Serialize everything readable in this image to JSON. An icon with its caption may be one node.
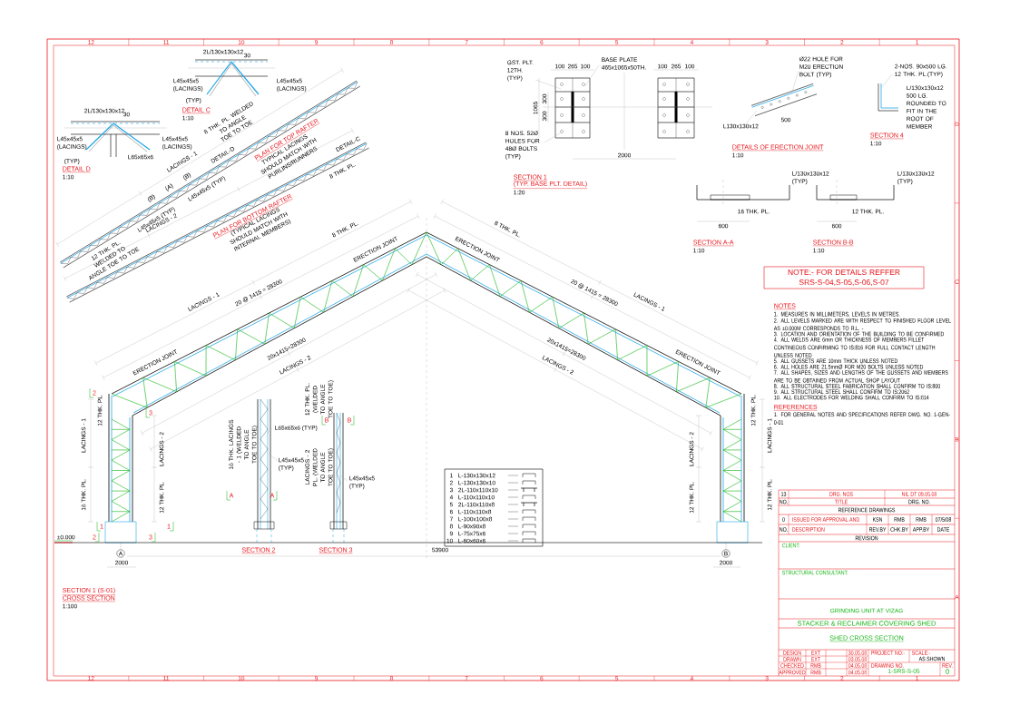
{
  "diagram": {
    "labels": [
      "12",
      "11",
      "10",
      "9",
      "8",
      "7",
      "6",
      "5",
      "4",
      "3",
      "2",
      "1",
      "12",
      "11",
      "10",
      "9",
      "8",
      "7",
      "6",
      "5",
      "4",
      "3",
      "2",
      "1",
      "D",
      "C",
      "B",
      "A",
      "2L/130x130x12",
      "30",
      "L45x45x5 (LACINGS)",
      "L45x45x5 (LACINGS)",
      "(TYP)",
      "DETAIL C",
      "1:10",
      "2L/130x130x12",
      "30",
      "L45x45x5 (LACINGS)",
      "L45x45x5 (LACINGS)",
      "L65x65x6",
      "(TYP)",
      "DETAIL D",
      "1:10",
      "12 THK. PL. WELDED TO ANGLE TOE TO TOE",
      "(B)",
      "(A)",
      "(B)",
      "LACINGS - 1",
      "8 THK. PL. WELDED TO ANGLE TOE TO TOE",
      "DETAIL-D",
      "L45x45x5 (TYP)",
      "L45x45x5 (TYP)",
      "PLAN FOR TOP RAFTER",
      "TYPICAL LACINGS SHOULD MATCH WITH PURLINS/RUNNERS",
      "LACINGS - 2",
      "8 THK. PL.",
      "DETAIL-C",
      "PLAN FOR BOTTOM RAFTER",
      "(TYPICAL LACINGS SHOULD MATCH WITH INTERNAL MEMBERS)",
      "100",
      "265",
      "100",
      "BASE PLATE 465x1065x50TH.",
      "GST. PLT. 12TH. (TYP)",
      "1065",
      "300",
      "300",
      "8 NOS. 52Ø HOLES FOR 48Ø BOLTS (TYP)",
      "100",
      "265",
      "100",
      "2000",
      "SECTION 1",
      "(TYP. BASE PLT. DETAIL)",
      "1:20",
      "Ø22 HOLE FOR M20 ERECTION BOLT (TYP)",
      "L130x130x12",
      "500",
      "DETAILS OF ERECTION JOINT",
      "1:10",
      "2-NOS. 90x500 LG. 12 THK. PL.(TYP)",
      "L/130x130x12 500 LG. ROUNDED TO FIT IN THE ROOT OF MEMBER",
      "SECTION 4",
      "1:10",
      "L/130x130x12 (TYP)",
      "16 THK. PL.",
      "600",
      "SECTION A-A",
      "1:10",
      "L/130x130x12 (TYP)",
      "12 THK. PL.",
      "600",
      "SECTION B-B",
      "1:10",
      "NOTE:- FOR DETAILS REFFER SRS-S-04,S-05,S-06,S-07",
      "ERECTION JOINT",
      "ERECTION JOINT",
      "ERECTION JOINT",
      "ERECTION JOINT",
      "LACINGS - 1",
      "8 THK. PL.",
      "20 @ 1415 = 28300",
      "20x1415=28300",
      "LACINGS - 2",
      "LACINGS - 1",
      "8 THK. PL.",
      "20 @ 1415 = 28300",
      "20x1415=28300",
      "LACINGS - 2",
      "12 THK. PL.",
      "12 THK. PL.",
      "LACINGS - 1",
      "16 THK. PL.",
      "LACINGS - 2",
      "12 THK. PL.",
      "LACINGS - 2",
      "12 THK. PL.",
      "LACINGS - 1",
      "12 THK. PL.",
      "±0.000",
      "SECTION 2",
      "SECTION 3",
      "53900",
      "2000",
      "2000",
      "A",
      "B",
      "SECTION 1 (S-01)",
      "CROSS SECTION",
      "1:100",
      "16 THK. LACINGS - 1 (WELDED TO ANGLE TOE TO TOE)",
      "L65x65x6 (TYP)",
      "L45x45x5 (TYP)",
      "12 THK. PL. (WELDED TO ANGLE TOE TO TOE)",
      "LACINGS - 2 PL. (WELDED TO ANGLE TOE TO TOE)",
      "L45x45x5 (TYP)",
      "1",
      "1",
      "2",
      "2",
      "3",
      "3",
      "A",
      "A",
      "B",
      "B",
      "1",
      "L-130x130x12",
      "2",
      "L-130x130x10",
      "3",
      "2L-110x110x10",
      "4",
      "L-110x110x10",
      "5",
      "2L-110x110x8",
      "6",
      "L-110x110x8",
      "7",
      "L-100x100x8",
      "8",
      "L-90x90x8",
      "9",
      "L-75x75x6",
      "10",
      "L-60x60x6",
      "NOTES",
      "1. MEASURES IN MILLIMETERS, LEVELS IN METRES.",
      "2. ALL LEVELS MARKED ARE WITH RESPECT TO FINISHED FLOOR LEVEL AS ±0.000M CORRESPONDS TO R.L. -",
      "3. LOCATION AND ORIENTATION OF THE BUILDING TO BE CONFIRMED",
      "4. ALL WELDS ARE 6mm OR THICKNESS OF MEMBERS FILLET CONTINEOUS CONFIRMING TO IS:816 FOR FULL CONTACT LENGTH UNLESS NOTED",
      "5. ALL GUSSETS ARE 10mm THICK UNLESS NOTED",
      "6. ALL HOLES ARE 21.5mmØ FOR M20 BOLTS UNLESS NOTED",
      "7. ALL SHAPES, SIZES AND LENGTHS OF THE GUSSETS AND MEMBERS ARE TO BE OBTAINED FROM ACTUAL SHOP LAYOUT",
      "8. ALL STRUCTURAL STEEL FABRICATION SHALL CONFIRM TO IS:800",
      "9. ALL STRUCTURAL STEEL SHALL CONFIRM TO IS:2062",
      "10. ALL ELECTRODES FOR WELDING SHALL CONFIRM TO IS:814",
      "REFERENCES",
      "1. FOR GENERAL NOTES AND SPECIFICATIONS REFER DWG. NO. 1-GEN-0-01",
      "13",
      "DRG. NOS",
      "NIL DT 09.05.08",
      "NO.",
      "TITLE",
      "DRG. NO.",
      "REFERENCE DRAWINGS",
      "0",
      "ISSUED FOR APPROVAL AND",
      "KSN",
      "RMB",
      "RMB",
      "07/5/08",
      "NO.",
      "DESCRIPTION",
      "REV.BY",
      "CHK.BY",
      "APP.BY",
      "DATE",
      "REVISION",
      "CLIENT:",
      "STRUCTURAL CONSULTANT:",
      "GRINDING UNIT AT VIZAG",
      "STACKER & RECLAIMER COVERING SHED",
      "SHED CROSS SECTION",
      "DESIGN",
      "EXT",
      "30.05.08",
      "DRAWN",
      "EXT",
      "03.05.08",
      "CHECKED",
      "RMB",
      "04.05.08",
      "APPROVED",
      "RMB",
      "04.05.08",
      "PROJECT NO:-",
      "SCALE:-",
      "AS SHOWN",
      "DRAWING NO.",
      "1-SRS-S-05",
      "REV.",
      "0"
    ]
  }
}
